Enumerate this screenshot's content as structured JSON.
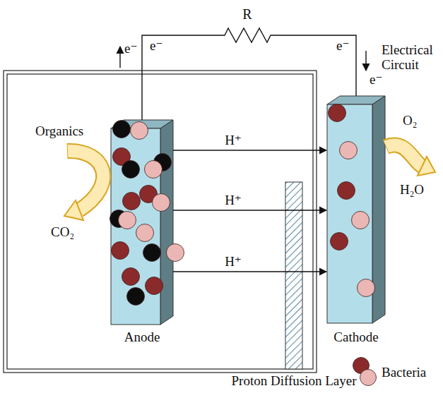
{
  "diagram": {
    "nodes": [
      {
        "text": [
          "Anode"
        ]
      },
      {
        "text": [
          "Proton Diffusion Layer"
        ]
      },
      {
        "text": [
          "Cathode"
        ]
      }
    ],
    "edges": [
      {
        "from": 0,
        "to": 2,
        "arrow": "to",
        "label": "H⁺"
      },
      {
        "from": 0,
        "to": 2,
        "arrow": "to",
        "label": "H⁺"
      },
      {
        "from": 0,
        "to": 2,
        "arrow": "to",
        "label": "H⁺"
      }
    ],
    "labels": [
      "R",
      "e⁻",
      "e⁻",
      "e⁻",
      "e⁻",
      "Electrical Circuit",
      "Organics",
      "CO₂",
      "O₂",
      "H₂O"
    ],
    "legend": [
      {
        "text": "Bacteria"
      }
    ]
  }
}
